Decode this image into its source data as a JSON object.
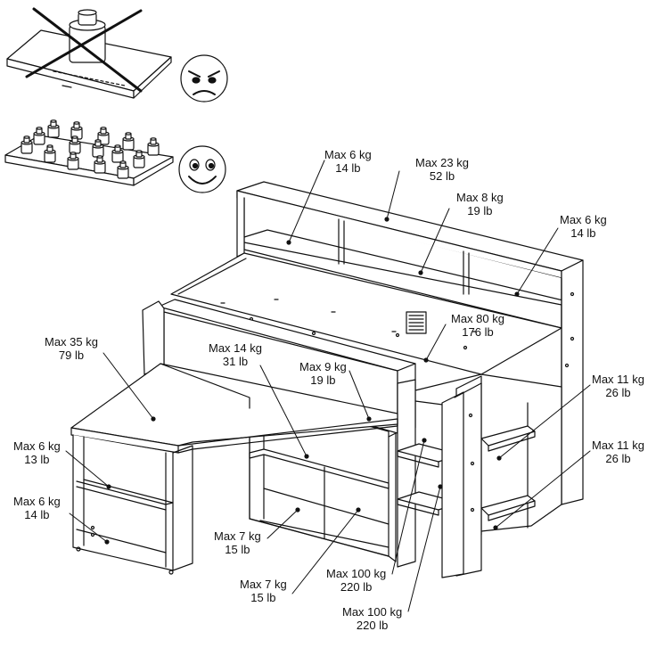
{
  "colors": {
    "line": "#111111",
    "fill": "#ffffff",
    "shade": "#e8e8e8"
  },
  "icons": {
    "warning": "weights-on-center-crossed-icon",
    "ok": "weights-distributed-icon",
    "sad": "angry-face-icon",
    "happy": "smiling-face-icon"
  },
  "labels": [
    {
      "id": "top-left-shelf",
      "kg": "Max 6 kg",
      "lb": "14 lb"
    },
    {
      "id": "top-headboard",
      "kg": "Max 23 kg",
      "lb": "52 lb"
    },
    {
      "id": "top-middle-shelf",
      "kg": "Max 8 kg",
      "lb": "19 lb"
    },
    {
      "id": "top-right-shelf",
      "kg": "Max 6 kg",
      "lb": "14 lb"
    },
    {
      "id": "bed-deck",
      "kg": "Max 80 kg",
      "lb": "176 lb"
    },
    {
      "id": "desk-top",
      "kg": "Max 35 kg",
      "lb": "79 lb"
    },
    {
      "id": "center-board",
      "kg": "Max 14 kg",
      "lb": "31 lb"
    },
    {
      "id": "bed-rail-shelf",
      "kg": "Max 9 kg",
      "lb": "19 lb"
    },
    {
      "id": "side-shelf-upper",
      "kg": "Max 11 kg",
      "lb": "26 lb"
    },
    {
      "id": "side-shelf-lower",
      "kg": "Max 11 kg",
      "lb": "26 lb"
    },
    {
      "id": "desk-shelf-upper",
      "kg": "Max 6 kg",
      "lb": "13 lb"
    },
    {
      "id": "desk-shelf-lower",
      "kg": "Max 6 kg",
      "lb": "14 lb"
    },
    {
      "id": "cube-left",
      "kg": "Max 7 kg",
      "lb": "15 lb"
    },
    {
      "id": "cube-right",
      "kg": "Max 7 kg",
      "lb": "15 lb"
    },
    {
      "id": "step-upper",
      "kg": "Max 100 kg",
      "lb": "220 lb"
    },
    {
      "id": "step-lower",
      "kg": "Max 100 kg",
      "lb": "220 lb"
    }
  ]
}
